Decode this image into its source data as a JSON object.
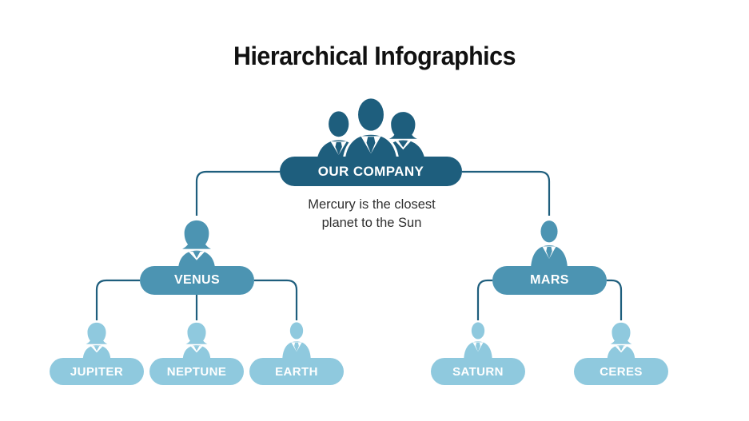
{
  "title": "Hierarchical Infographics",
  "root": {
    "label": "OUR COMPANY",
    "description_lines": [
      "Mercury is the closest",
      "planet to the Sun"
    ]
  },
  "level2": [
    {
      "label": "VENUS",
      "person": "woman"
    },
    {
      "label": "MARS",
      "person": "man"
    }
  ],
  "level3": [
    {
      "label": "JUPITER",
      "person": "woman",
      "parent": "VENUS"
    },
    {
      "label": "NEPTUNE",
      "person": "woman",
      "parent": "VENUS"
    },
    {
      "label": "EARTH",
      "person": "man",
      "parent": "VENUS"
    },
    {
      "label": "SATURN",
      "person": "man",
      "parent": "MARS"
    },
    {
      "label": "CERES",
      "person": "woman",
      "parent": "MARS"
    }
  ],
  "icons": {
    "root": "team-silhouette-icon",
    "man": "businessman-silhouette-icon",
    "woman": "businesswoman-silhouette-icon"
  },
  "colors": {
    "level1": "#1e5e7d",
    "level2": "#4c94b2",
    "level3": "#8fc9de",
    "connector": "#1e5e7d",
    "node_text": "#ffffff",
    "title_text": "#111111",
    "body_text": "#2f2f2f",
    "background": "#ffffff"
  }
}
